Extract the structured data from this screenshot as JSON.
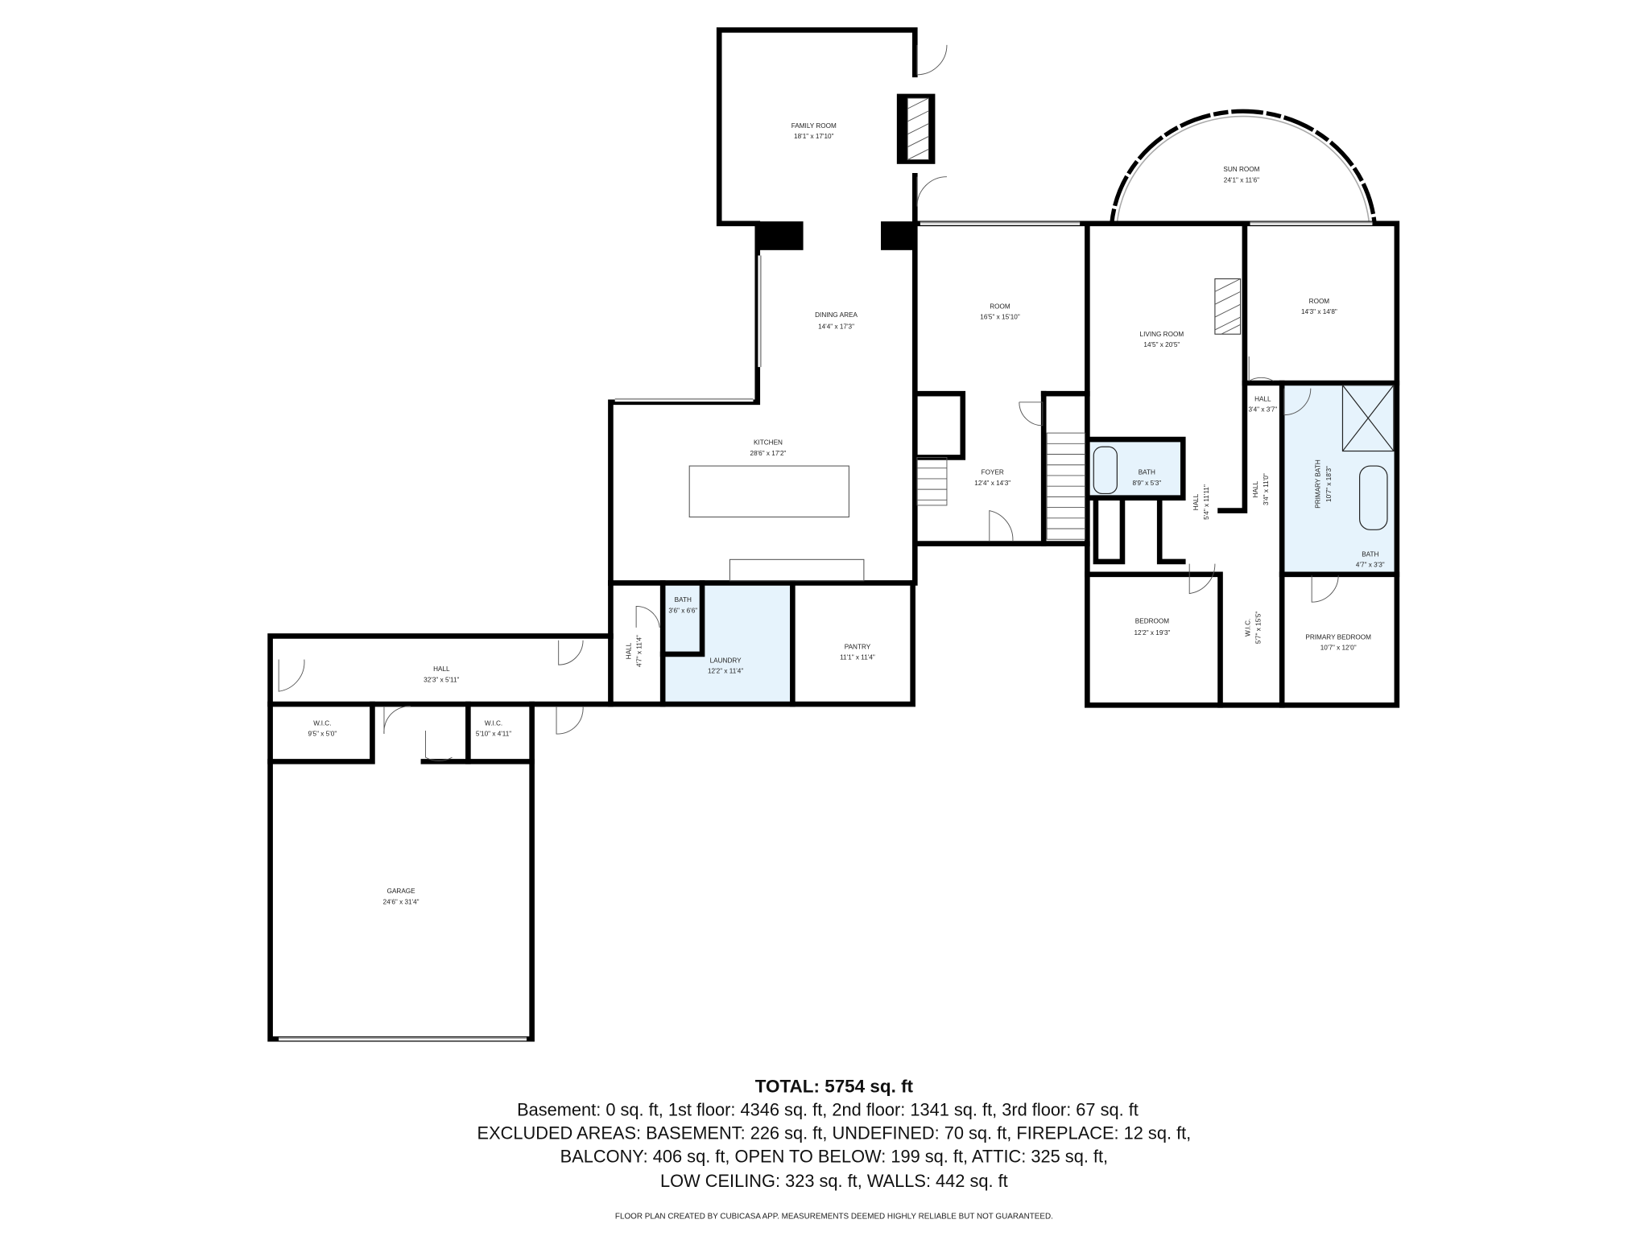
{
  "colors": {
    "wall": "#000000",
    "wet_room_fill": "#e6f3fc",
    "background": "#ffffff"
  },
  "rooms": {
    "family_room": {
      "name": "FAMILY ROOM",
      "size": "18'1\" x 17'10\""
    },
    "dining_area": {
      "name": "DINING AREA",
      "size": "14'4\" x 17'3\""
    },
    "room_center": {
      "name": "ROOM",
      "size": "16'5\" x 15'10\""
    },
    "sun_room": {
      "name": "SUN ROOM",
      "size": "24'1\" x 11'6\""
    },
    "living_room": {
      "name": "LIVING ROOM",
      "size": "14'5\" x 20'5\""
    },
    "room_east": {
      "name": "ROOM",
      "size": "14'3\" x 14'8\""
    },
    "kitchen": {
      "name": "KITCHEN",
      "size": "28'6\" x 17'2\""
    },
    "foyer": {
      "name": "FOYER",
      "size": "12'4\" x 14'3\""
    },
    "bath_hall": {
      "name": "BATH",
      "size": "8'9\" x 5'3\""
    },
    "hall_long_v": {
      "name": "HALL",
      "size": "5'4\" x 11'11\""
    },
    "hall_small": {
      "name": "HALL",
      "size": "3'4\" x 3'7\""
    },
    "hall_v2": {
      "name": "HALL",
      "size": "3'4\" x 11'0\""
    },
    "primary_bath": {
      "name": "PRIMARY BATH",
      "size": "10'7\" x 18'3\""
    },
    "bath_primary_wc": {
      "name": "BATH",
      "size": "4'7\" x 3'3\""
    },
    "bedroom": {
      "name": "BEDROOM",
      "size": "12'2\" x 19'3\""
    },
    "wic_primary": {
      "name": "W.I.C.",
      "size": "5'7\" x 15'5\""
    },
    "primary_bedroom": {
      "name": "PRIMARY BEDROOM",
      "size": "10'7\" x 12'0\""
    },
    "bath_laundry": {
      "name": "BATH",
      "size": "3'6\" x 6'6\""
    },
    "laundry": {
      "name": "LAUNDRY",
      "size": "12'2\" x 11'4\""
    },
    "pantry": {
      "name": "PANTRY",
      "size": "11'1\" x 11'4\""
    },
    "hall_laundry": {
      "name": "HALL",
      "size": "4'7\" x 11'4\""
    },
    "hall_west": {
      "name": "HALL",
      "size": "32'3\" x 5'11\""
    },
    "wic_west": {
      "name": "W.I.C.",
      "size": "9'5\" x 5'0\""
    },
    "wic_east": {
      "name": "W.I.C.",
      "size": "5'10\" x 4'11\""
    },
    "garage": {
      "name": "GARAGE",
      "size": "24'6\" x 31'4\""
    }
  },
  "summary": {
    "total": "TOTAL: 5754 sq. ft",
    "line1": "Basement: 0 sq. ft, 1st floor: 4346 sq. ft, 2nd floor: 1341 sq. ft, 3rd floor: 67 sq. ft",
    "line2": "EXCLUDED AREAS: BASEMENT: 226 sq. ft, UNDEFINED: 70 sq. ft, FIREPLACE: 12 sq. ft,",
    "line3": "BALCONY: 406 sq. ft, OPEN TO BELOW: 199 sq. ft, ATTIC: 325 sq. ft,",
    "line4": "LOW CEILING: 323 sq. ft, WALLS: 442 sq. ft",
    "footer": "FLOOR PLAN CREATED BY CUBICASA APP. MEASUREMENTS DEEMED HIGHLY RELIABLE BUT NOT GUARANTEED."
  }
}
